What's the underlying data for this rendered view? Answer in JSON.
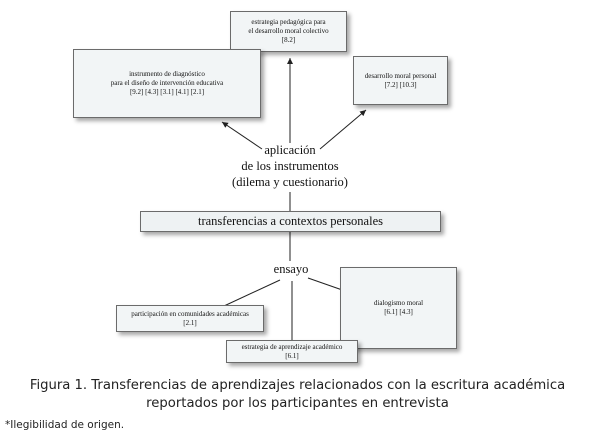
{
  "diagram": {
    "nodes": {
      "estrategia_colectivo": {
        "lines": [
          "estrategia pedagógica para",
          "el desarrollo moral colectivo",
          "[8.2]"
        ]
      },
      "instrumento": {
        "lines": [
          "instrumento de diagnóstico",
          "para el diseño de intervención educativa",
          "[9.2]  [4.3]  [3.1]  [4.1]  [2.1]"
        ]
      },
      "desarrollo_personal": {
        "lines": [
          "desarrollo moral personal",
          "[7.2]  [10.3]"
        ]
      },
      "aplicacion": {
        "lines": [
          "aplicación",
          "de los instrumentos",
          "(dilema y cuestionario)"
        ]
      },
      "transferencias": {
        "lines": [
          "transferencias  a contextos personales"
        ]
      },
      "ensayo": {
        "lines": [
          "ensayo"
        ]
      },
      "participacion": {
        "lines": [
          "participación en comunidades académicas",
          "[2.1]"
        ]
      },
      "dialogismo": {
        "lines": [
          "dialogismo moral",
          "[6.1]  [4.3]"
        ]
      },
      "estrategia_aprendizaje": {
        "lines": [
          "estrategia de aprendizaje académico",
          "[6.1]"
        ]
      }
    }
  },
  "caption": {
    "line1": "Figura 1. Transferencias de aprendizajes relacionados con la escritura académica",
    "line2": "reportados por los participantes en entrevista"
  },
  "note": "*Ilegibilidad de origen."
}
